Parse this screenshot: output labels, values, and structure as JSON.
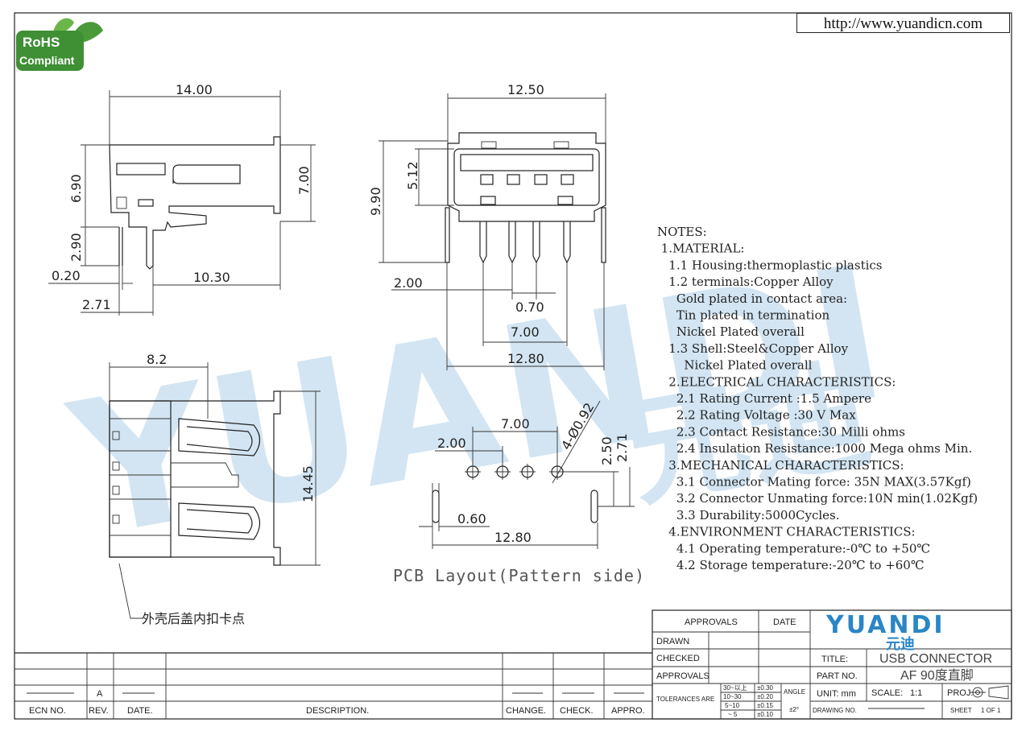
{
  "header": {
    "url": "http://www.yuandicn.com"
  },
  "logo": {
    "line1": "RoHS",
    "line2": "Compliant"
  },
  "watermark": {
    "latin": "YUANDI",
    "cjk": "元迪"
  },
  "side_view": {
    "dim_width": "14.00",
    "dim_h1": "6.90",
    "dim_h2": "7.00",
    "dim_pin": "2.90",
    "dim_t": "0.20",
    "dim_offset": "10.30",
    "dim_pin_pos": "2.71"
  },
  "front_view": {
    "dim_width": "12.50",
    "dim_opening": "5.12",
    "dim_height": "9.90",
    "dim_pitch": "2.00",
    "dim_pin_w": "0.70",
    "dim_span": "7.00",
    "dim_overall": "12.80"
  },
  "top_view": {
    "dim_depth": "8.2",
    "dim_length": "14.45",
    "callout": "外壳后盖内扣卡点"
  },
  "pcb_layout": {
    "dim_span": "7.00",
    "dim_hole": "4-Ø0.92",
    "dim_pitch": "2.00",
    "dim_row1": "2.50",
    "dim_row2": "2.71",
    "dim_slot": "0.60",
    "dim_overall": "12.80",
    "caption": "PCB Layout(Pattern side)"
  },
  "notes": [
    "NOTES:",
    " 1.MATERIAL:",
    "   1.1 Housing:thermoplastic plastics",
    "   1.2 terminals:Copper Alloy",
    "     Gold plated in contact area:",
    "     Tin plated in termination",
    "     Nickel Plated overall",
    "   1.3 Shell:Steel&Copper Alloy",
    "       Nickel Plated overall",
    "   2.ELECTRICAL CHARACTERISTICS:",
    "     2.1 Rating Current :1.5 Ampere",
    "     2.2 Rating Voltage :30 V Max",
    "     2.3 Contact Resistance:30 Milli ohms",
    "     2.4 Insulation Resistance:1000 Mega ohms Min.",
    "   3.MECHANICAL CHARACTERISTICS:",
    "     3.1 Connector Mating force: 35N MAX(3.57Kgf)",
    "     3.2 Connector Unmating force:10N min(1.02Kgf)",
    "     3.3 Durability:5000Cycles.",
    "   4.ENVIRONMENT CHARACTERISTICS:",
    "     4.1 Operating temperature:-0℃ to +50℃",
    "     4.2 Storage temperature:-20℃ to +60℃"
  ],
  "title_block": {
    "approvals": "APPROVALS",
    "date": "DATE",
    "drawn": "DRAWN",
    "checked": "CHECKED",
    "approvals2": "APPROVALS",
    "company": "YUANDI",
    "company_cjk": "元迪",
    "title_label": "TITLE:",
    "title_value": "USB CONNECTOR",
    "part_label": "PART NO.",
    "part_value": "AF 90度直脚",
    "tol_label": "TOLERANCES ARE",
    "tol_r1": "30~以上",
    "tol_r2": "10~30",
    "tol_r3": "5~10",
    "tol_r4": "~ 5",
    "tol_v1": "±0.30",
    "tol_v2": "±0.20",
    "tol_v3": "±0.15",
    "tol_v4": "±0.10",
    "angle_label": "ANGLE",
    "angle_value": "±2°",
    "unit": "UNIT: mm",
    "scale_label": "SCALE:",
    "scale_value": "1:1",
    "proj": "PROJ.",
    "drawing_no": "DRAWING NO.",
    "sheet": "SHEET",
    "sheet_value": "1 OF 1"
  },
  "revision_block": {
    "ecn": "ECN NO.",
    "rev": "REV.",
    "date": "DATE.",
    "description": "DESCRIPTION.",
    "change": "CHANGE.",
    "check": "CHECK.",
    "appro": "APPRO.",
    "rev_value": "A"
  }
}
